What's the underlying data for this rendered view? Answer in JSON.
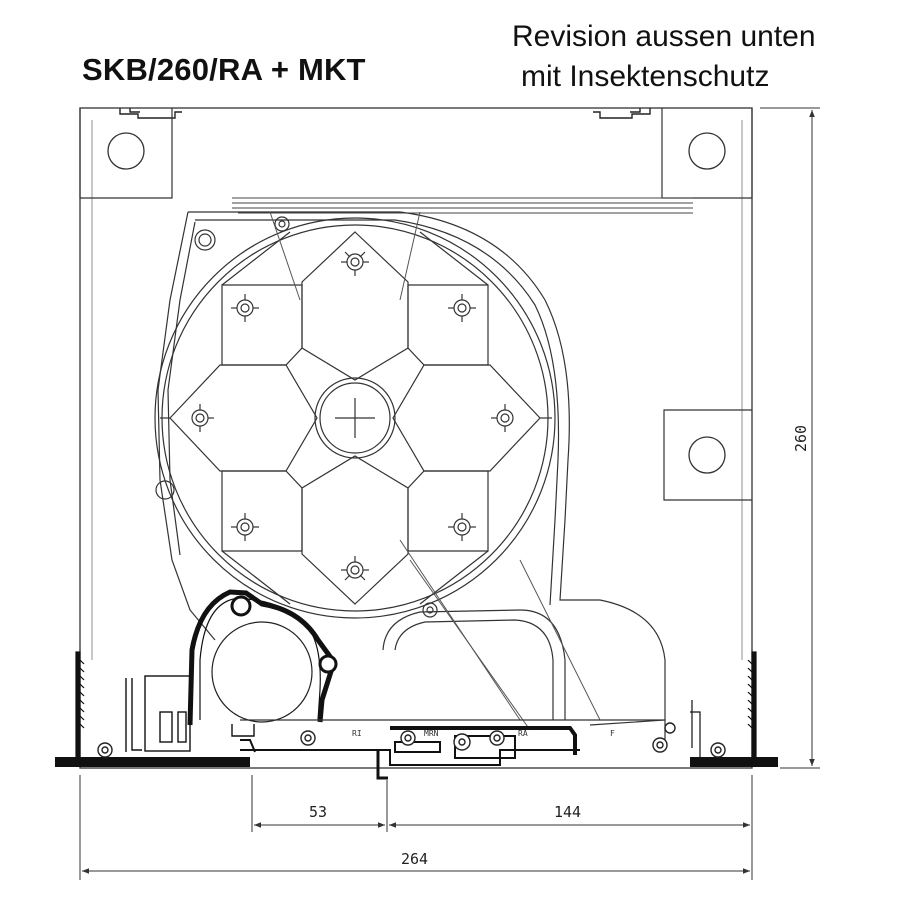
{
  "title": "SKB/260/RA + MKT",
  "revision": {
    "line1": "Revision aussen unten",
    "line2": "mit Insektenschutz"
  },
  "dimensions": {
    "height": "260",
    "left_segment": "53",
    "right_segment": "144",
    "total_width": "264"
  },
  "part_labels": {
    "ri": "RI",
    "mrn": "MRN",
    "ra": "RA",
    "f": "F"
  },
  "colors": {
    "line": "#333333",
    "dark_fill": "#111111",
    "light_line": "#9a9a9a"
  }
}
